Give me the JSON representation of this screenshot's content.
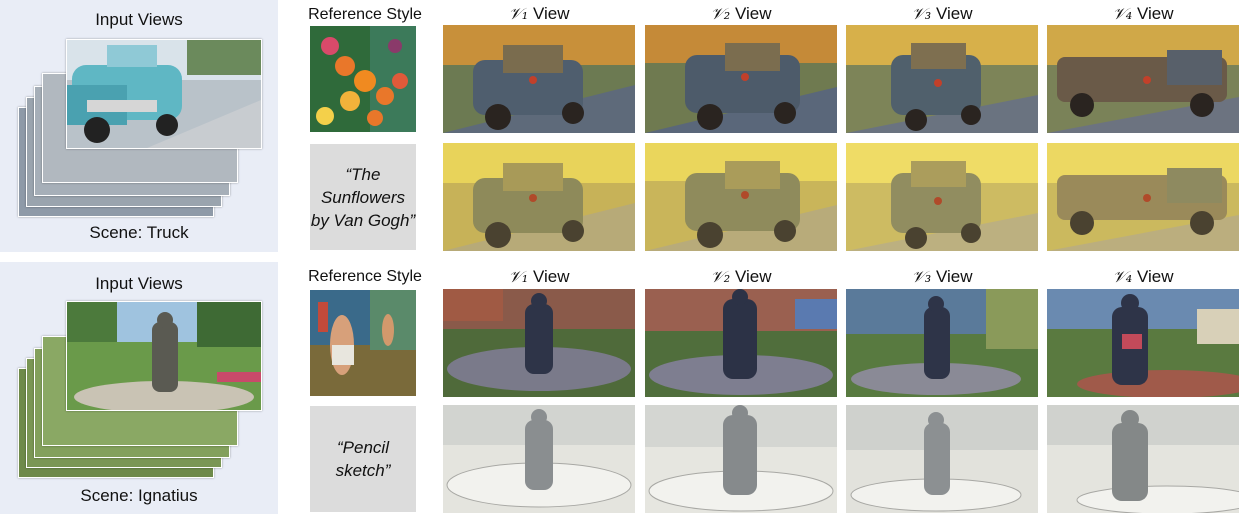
{
  "rows": [
    {
      "input_title": "Input Views",
      "scene": "Scene: Truck",
      "reference_header": "Reference Style",
      "view_headers": [
        {
          "sym": "𝒱₁",
          "word": "View"
        },
        {
          "sym": "𝒱₂",
          "word": "View"
        },
        {
          "sym": "𝒱₃",
          "word": "View"
        },
        {
          "sym": "𝒱₄",
          "word": "View"
        }
      ],
      "text_prompt": "“The Sunflowers by Van Gogh”"
    },
    {
      "input_title": "Input Views",
      "scene": "Scene: Ignatius",
      "reference_header": "Reference Style",
      "view_headers": [
        {
          "sym": "𝒱₁",
          "word": "View"
        },
        {
          "sym": "𝒱₂",
          "word": "View"
        },
        {
          "sym": "𝒱₃",
          "word": "View"
        },
        {
          "sym": "𝒱₄",
          "word": "View"
        }
      ],
      "text_prompt": "“Pencil sketch”"
    }
  ],
  "colors": {
    "panel_bg": "#e9edf6",
    "prompt_bg": "#dcdcdc",
    "truck_blue": "#5fb7c4",
    "style_orange": "#e9772a",
    "sunflower_yellow": "#e8d35a",
    "pencil_gray": "#e4e4de"
  }
}
